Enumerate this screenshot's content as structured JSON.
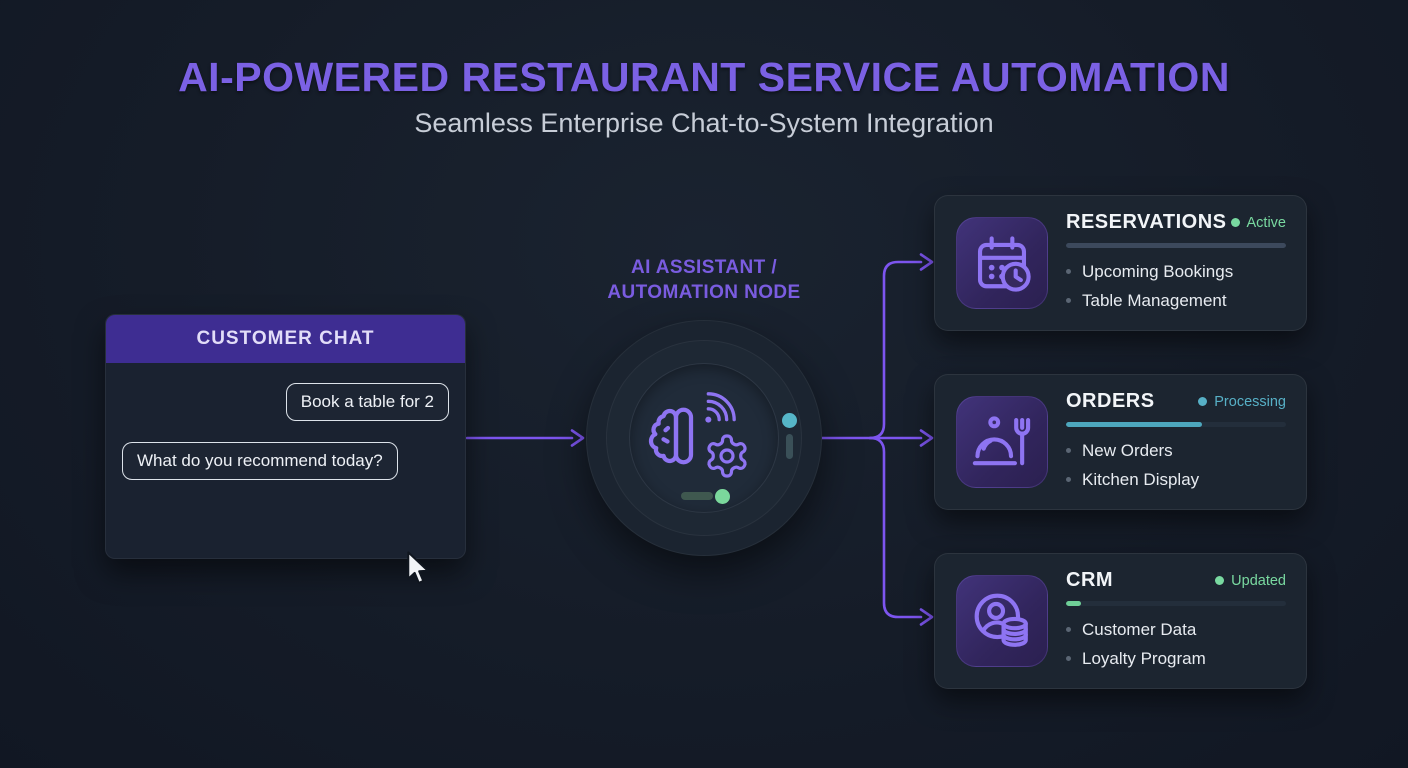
{
  "header": {
    "title": "AI-POWERED RESTAURANT SERVICE AUTOMATION",
    "subtitle": "Seamless Enterprise Chat-to-System Integration"
  },
  "chat": {
    "title": "CUSTOMER CHAT",
    "messages": [
      {
        "text": "Book a table for 2",
        "align": "right"
      },
      {
        "text": "What do you recommend today?",
        "align": "left"
      }
    ]
  },
  "node": {
    "label_line1": "AI ASSISTANT /",
    "label_line2": "AUTOMATION NODE",
    "icons": [
      "brain-icon",
      "signal-icon",
      "gear-icon"
    ]
  },
  "cards": [
    {
      "title": "RESERVATIONS",
      "status": "Active",
      "status_color": "#79d9a0",
      "progress": 100,
      "progress_color": "#3c495c",
      "icon": "calendar-clock-icon",
      "items": [
        "Upcoming Bookings",
        "Table Management"
      ]
    },
    {
      "title": "ORDERS",
      "status": "Processing",
      "status_color": "#57b0c6",
      "progress": 62,
      "progress_color": "#4da7bd",
      "icon": "cloche-fork-icon",
      "items": [
        "New Orders",
        "Kitchen Display"
      ]
    },
    {
      "title": "CRM",
      "status": "Updated",
      "status_color": "#79d9a0",
      "progress": 7,
      "progress_color": "#6fcf97",
      "icon": "user-database-icon",
      "items": [
        "Customer Data",
        "Loyalty Program"
      ]
    }
  ],
  "colors": {
    "accent": "#7d55ef",
    "background": "#141b26",
    "chat_header": "#3e2d92",
    "icon_stroke": "#8e74f2",
    "tile_fill": "#36295f"
  }
}
